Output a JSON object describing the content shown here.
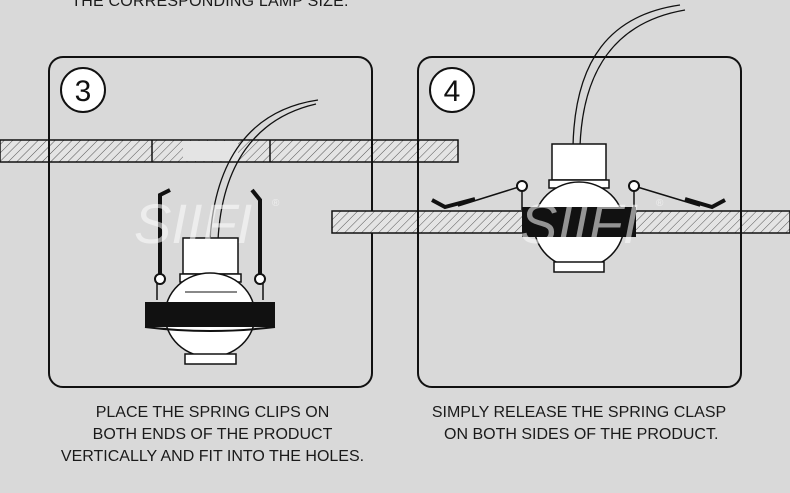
{
  "header": {
    "text": "THE CORRESPONDING LAMP SIZE."
  },
  "steps": [
    {
      "number": "3",
      "caption_lines": [
        "PLACE THE SPRING CLIPS ON",
        "BOTH ENDS OF THE PRODUCT",
        "VERTICALLY AND FIT INTO THE HOLES."
      ]
    },
    {
      "number": "4",
      "caption_lines": [
        "SIMPLY RELEASE THE SPRING CLASP",
        " ON BOTH SIDES OF THE PRODUCT."
      ]
    }
  ],
  "watermark": {
    "text": "SIIFI",
    "mark": "®"
  },
  "colors": {
    "background": "#d9d9d9",
    "line": "#111111",
    "panel_fill": "#d9d9d9",
    "watermark": "#ffffff"
  }
}
